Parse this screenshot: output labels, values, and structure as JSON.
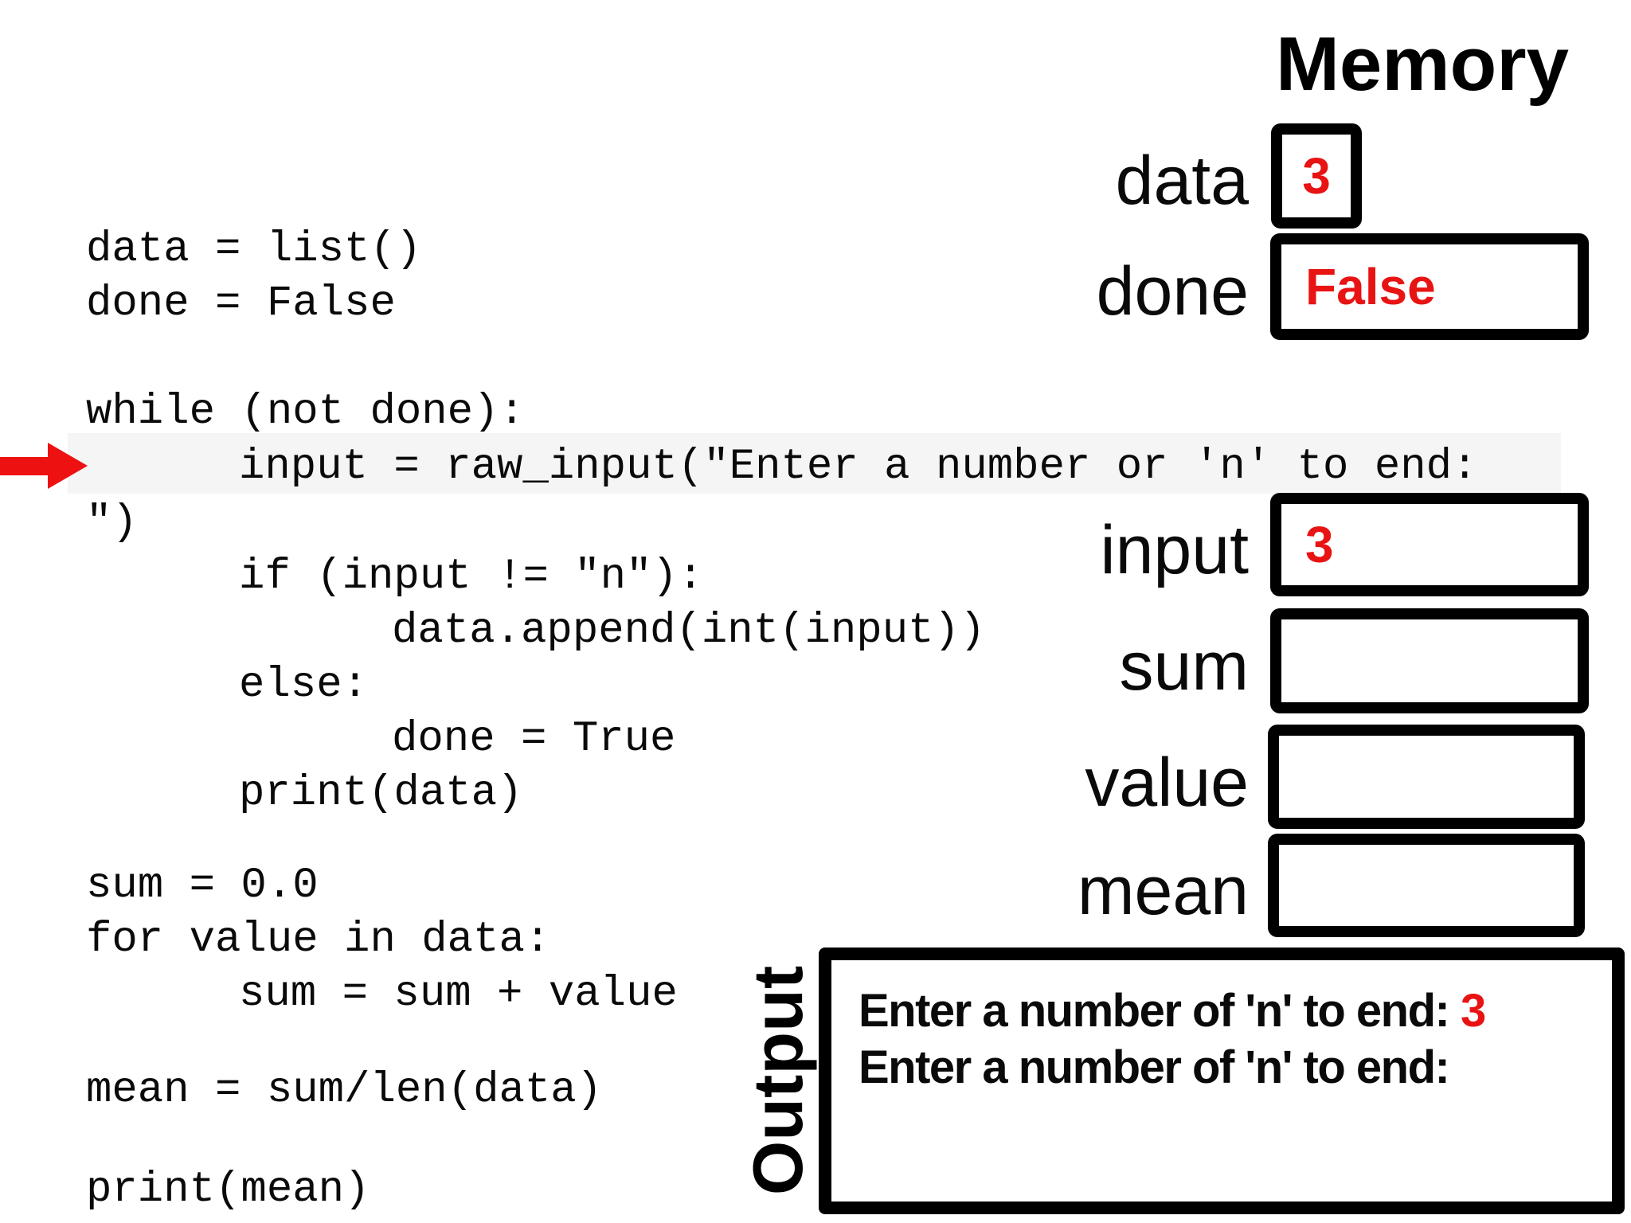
{
  "code": {
    "lines": [
      "data = list()",
      "done = False",
      "while (not done):",
      "input = raw_input(\"Enter a number or 'n' to end: ",
      "\")",
      "if (input != \"n\"):",
      "data.append(int(input))",
      "else:",
      "done = True",
      "print(data)",
      "sum = 0.0",
      "for value in data:",
      "sum = sum + value",
      "mean = sum/len(data)",
      "print(mean)"
    ]
  },
  "memory": {
    "title": "Memory",
    "variables": [
      {
        "name": "data",
        "value": "3"
      },
      {
        "name": "done",
        "value": "False"
      },
      {
        "name": "input",
        "value": "3"
      },
      {
        "name": "sum",
        "value": ""
      },
      {
        "name": "value",
        "value": ""
      },
      {
        "name": "mean",
        "value": ""
      }
    ]
  },
  "output": {
    "label": "Output",
    "lines": [
      {
        "text": "Enter a number of 'n' to end: ",
        "value": "3"
      },
      {
        "text": "Enter a number of 'n' to end: ",
        "value": ""
      }
    ]
  },
  "colors": {
    "accent_red": "#e81313",
    "arrow_red": "#ee1111",
    "highlight_band": "#f5f5f5",
    "ink": "#000000"
  }
}
